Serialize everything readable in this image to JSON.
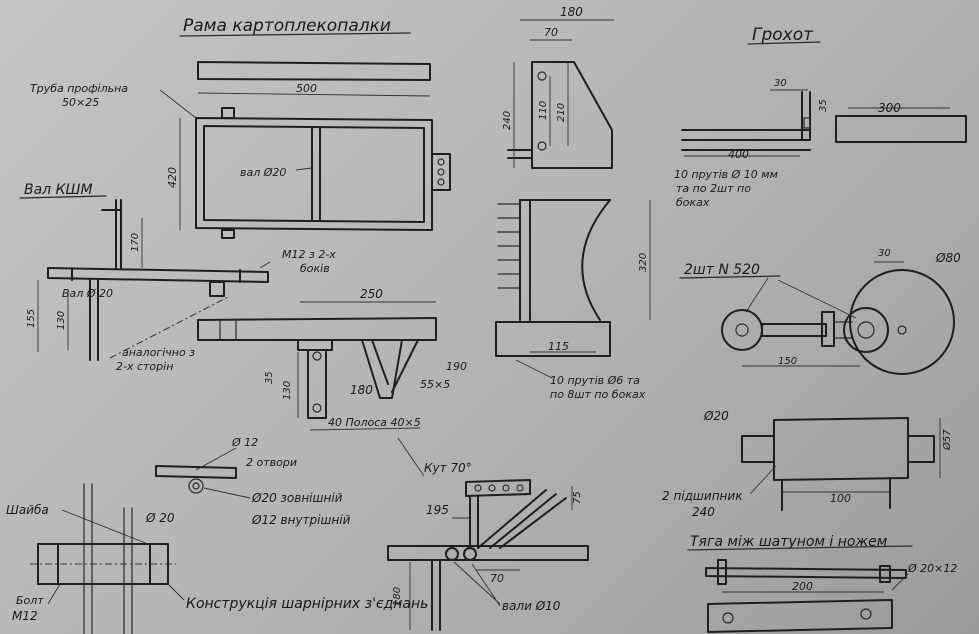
{
  "titles": {
    "frame": "Рама картоплекопалки",
    "screen": "Грохот",
    "shaft": "Вал КШМ",
    "hinge": "Конструкція шарнірних з'єднань",
    "rod": "Тяга між шатуном і ножем"
  },
  "frame": {
    "tube_note_1": "Труба профільна",
    "tube_note_2": "50×25",
    "dim_500": "500",
    "dim_420": "420",
    "shaft_label": "вал Ø20"
  },
  "shaft": {
    "dim_170": "170",
    "dim_155": "155",
    "dim_130": "130",
    "shaft_label": "Вал Ø 20",
    "bolt_note_1": "М12 з 2-х",
    "bolt_note_2": "боків",
    "analog_1": "аналогічно з",
    "analog_2": "2-х сторін"
  },
  "side": {
    "dim_250": "250",
    "dim_35": "35",
    "dim_130": "130",
    "dim_180": "180",
    "dim_190": "190",
    "dim_55": "55×5",
    "strip": "40 Полоса 40×5"
  },
  "plate": {
    "dim_180": "180",
    "dim_70": "70",
    "dim_240": "240",
    "dim_110": "110",
    "dim_210": "210"
  },
  "knife": {
    "dim_320": "320",
    "dim_115": "115",
    "note_1": "10 прутів Ø6 та",
    "note_2": "по 8шт по боках"
  },
  "screen": {
    "dim_30": "30",
    "dim_35": "35",
    "dim_300": "300",
    "dim_400": "400",
    "note_1": "10 прутів Ø 10 мм",
    "note_2": "та по 2шт по",
    "note_3": "боках"
  },
  "crank": {
    "label": "2шт N 520",
    "dim_30": "30",
    "dim_80": "Ø80",
    "dim_150": "150"
  },
  "bearing": {
    "dim_20": "Ø20",
    "dim_57": "Ø57",
    "dim_100": "100",
    "note_1": "2 підшипник",
    "note_2": "240"
  },
  "rod": {
    "dim_200": "200",
    "dim_pin": "Ø 20×12"
  },
  "hinge": {
    "hole_12": "Ø 12",
    "holes": "2 отвори",
    "outer": "Ø20 зовнішній",
    "inner": "Ø12 внутрішній",
    "washer": "Шайба",
    "dim_20": "Ø 20",
    "bolt_1": "Болт",
    "bolt_2": "М12"
  },
  "angle": {
    "kut": "Кут 70°",
    "dim_195": "195",
    "dim_70": "70",
    "dim_180": "180",
    "dim_75": "75",
    "shafts": "вали Ø10"
  }
}
